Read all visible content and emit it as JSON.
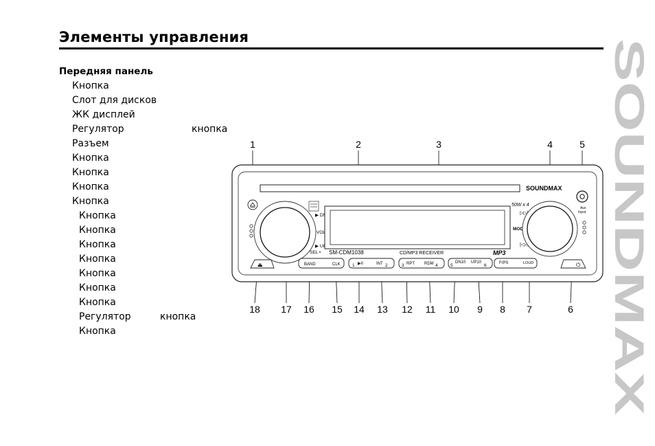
{
  "page": {
    "title": "Элементы управления",
    "section": "Передняя панель",
    "brand": "SOUNDMAX"
  },
  "items": [
    {
      "text": "Кнопка"
    },
    {
      "text": "Слот для дисков"
    },
    {
      "text": "ЖК дисплей"
    },
    {
      "text": "Регулятор",
      "extra": "кнопка"
    },
    {
      "text": "Разъем"
    },
    {
      "text": "Кнопка"
    },
    {
      "text": "Кнопка"
    },
    {
      "text": "Кнопка"
    },
    {
      "text": "Кнопка"
    },
    {
      "text": "Кнопка"
    },
    {
      "text": "Кнопка"
    },
    {
      "text": "Кнопка"
    },
    {
      "text": "Кнопка"
    },
    {
      "text": "Кнопка"
    },
    {
      "text": "Кнопка"
    },
    {
      "text": "Кнопка"
    },
    {
      "text": "Регулятор",
      "extra": "кнопка"
    },
    {
      "text": "Кнопка"
    }
  ],
  "diagram": {
    "callouts_top": [
      "1",
      "2",
      "3",
      "4",
      "5"
    ],
    "callouts_bottom": [
      "18",
      "17",
      "16",
      "15",
      "14",
      "13",
      "12",
      "11",
      "10",
      "9",
      "8",
      "7",
      "6"
    ],
    "unit": {
      "brand": "SOUNDMAX",
      "model": "SM-CDM1038",
      "receiver": "CD/MP3 RECEIVER",
      "mp3_logo": "MP3",
      "power_rating": "50W x 4",
      "aux": [
        "Aux",
        "Input"
      ],
      "knob_labels": {
        "dn": "DN",
        "vol": "VOL",
        "up": "UP",
        "sel": "SEL",
        "mod": "MOD"
      },
      "buttons": [
        {
          "left": "BAND",
          "right": "CLK"
        },
        {
          "n1": "1",
          "left": "▶II",
          "right": "INT",
          "n2": "2"
        },
        {
          "n1": "3",
          "left": "RPT",
          "right": "RDM",
          "n2": "4"
        },
        {
          "n1": "5",
          "left": "DN10",
          "right": "UP10",
          "n2": "6"
        },
        {
          "left": "F/PS",
          "right": "LOUD"
        }
      ]
    }
  }
}
